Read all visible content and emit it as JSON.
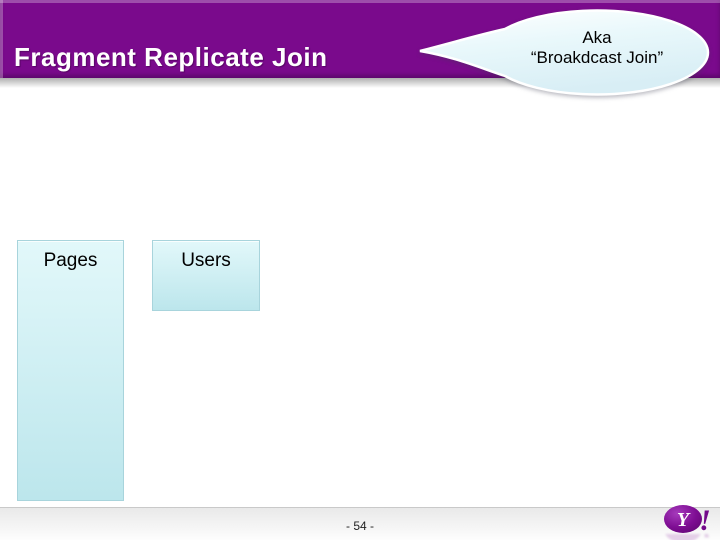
{
  "slide": {
    "title": "Fragment Replicate Join",
    "callout": {
      "line1": "Aka",
      "line2": "“Broakdcast Join”"
    },
    "boxes": [
      {
        "label": "Pages"
      },
      {
        "label": "Users"
      }
    ],
    "footer": {
      "page_number": "- 54 -"
    },
    "logo": {
      "letter": "Y",
      "exclaim": "!"
    },
    "colors": {
      "header_purple": "#7A0A8C",
      "box_fill_top": "#E2F8FA",
      "box_fill_bottom": "#BCE6EC",
      "box_border": "#A8D4DC",
      "callout_fill": "#E4F6FA",
      "logo_purple": "#73088A",
      "footer_gray": "#E9E9E9"
    }
  }
}
